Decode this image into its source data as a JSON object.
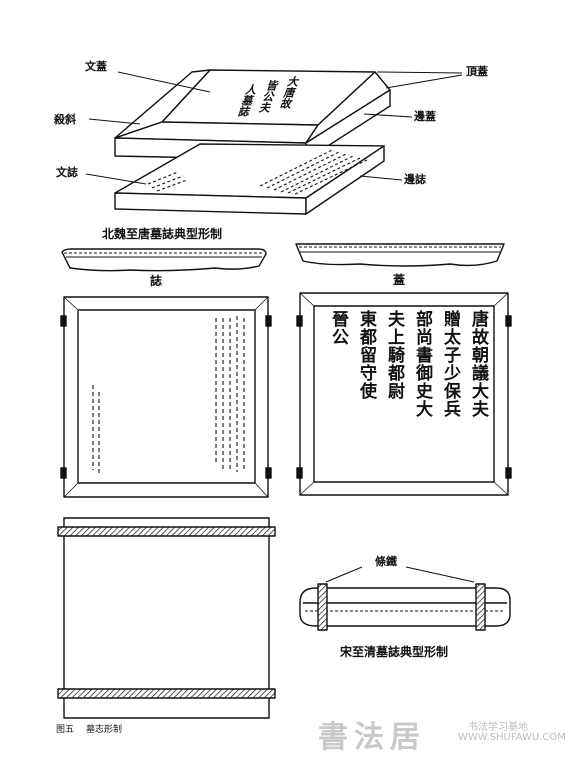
{
  "labels": {
    "wengai": "文蓋",
    "dinggai": "頂蓋",
    "shaxie": "殺斜",
    "biangai": "邊蓋",
    "wenzhi": "文誌",
    "bianzhi": "邊誌",
    "top_caption": "北魏至唐墓誌典型形制",
    "zhi": "誌",
    "gai": "蓋",
    "tiaotie": "條鐵",
    "bottom_caption": "宋至清墓誌典型形制"
  },
  "lid_inscription": [
    "大唐故",
    "皆公夫",
    "人墓誌"
  ],
  "cover_columns": [
    "唐故朝議大夫",
    "贈太子少保兵",
    "部尚書御史大",
    "夫上騎都尉",
    "東都留守使",
    "晉公"
  ],
  "footer": {
    "figure": "图五",
    "title": "墓志形制"
  },
  "watermark": {
    "brand": "書法居",
    "cn": "书法学习基地",
    "url": "WWW.SHUFAWU.COM"
  }
}
